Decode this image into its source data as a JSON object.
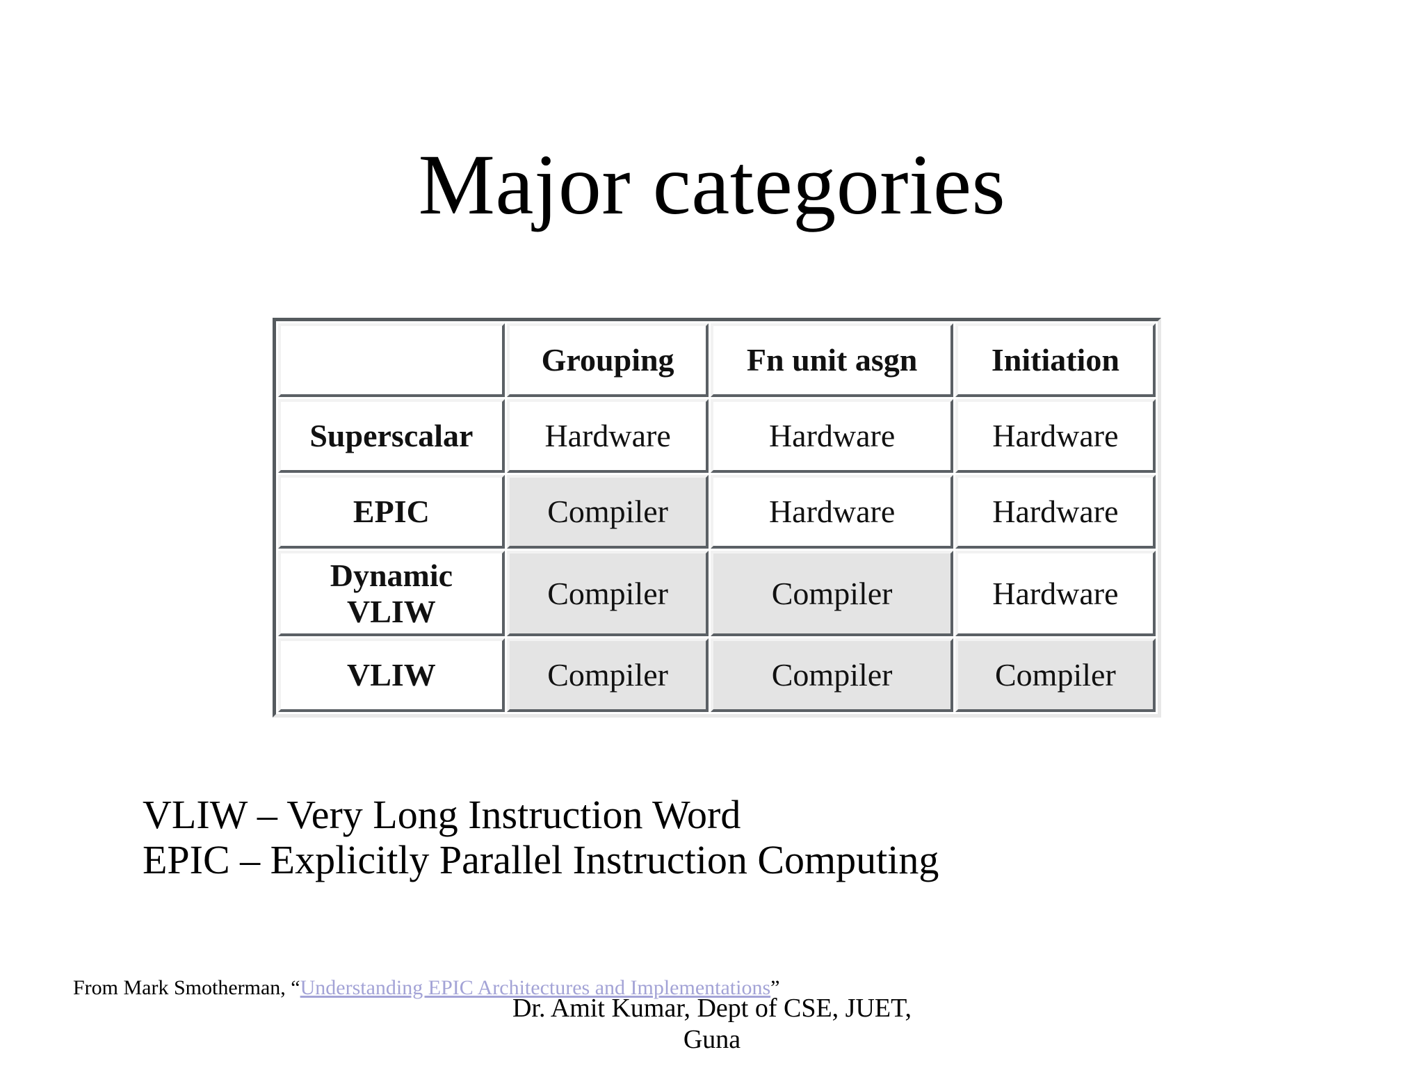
{
  "slide": {
    "title": "Major categories",
    "background_color": "#ffffff"
  },
  "table": {
    "columns": [
      "",
      "Grouping",
      "Fn unit asgn",
      "Initiation"
    ],
    "rows": [
      {
        "label": "Superscalar",
        "cells": [
          {
            "text": "Hardware",
            "shaded": false
          },
          {
            "text": "Hardware",
            "shaded": false
          },
          {
            "text": "Hardware",
            "shaded": false
          }
        ]
      },
      {
        "label": "EPIC",
        "cells": [
          {
            "text": "Compiler",
            "shaded": true
          },
          {
            "text": "Hardware",
            "shaded": false
          },
          {
            "text": "Hardware",
            "shaded": false
          }
        ]
      },
      {
        "label": "Dynamic VLIW",
        "cells": [
          {
            "text": "Compiler",
            "shaded": true
          },
          {
            "text": "Compiler",
            "shaded": true
          },
          {
            "text": "Hardware",
            "shaded": false
          }
        ]
      },
      {
        "label": "VLIW",
        "cells": [
          {
            "text": "Compiler",
            "shaded": true
          },
          {
            "text": "Compiler",
            "shaded": true
          },
          {
            "text": "Compiler",
            "shaded": true
          }
        ]
      }
    ],
    "shaded_cell_color": "#e4e4e4",
    "cell_color": "#ffffff",
    "border_dark": "#5b6065",
    "border_light": "#f2f2f2"
  },
  "definitions": {
    "line1": "VLIW – Very Long Instruction Word",
    "line2": "EPIC – Explicitly Parallel Instruction Computing"
  },
  "attribution": {
    "prefix": "From Mark Smotherman, “",
    "link_text": "Understanding EPIC Architectures and Implementations",
    "suffix": "”",
    "link_color": "#a3a3d6"
  },
  "author": {
    "line1": "Dr. Amit Kumar, Dept of CSE, JUET,",
    "line2": "Guna"
  }
}
